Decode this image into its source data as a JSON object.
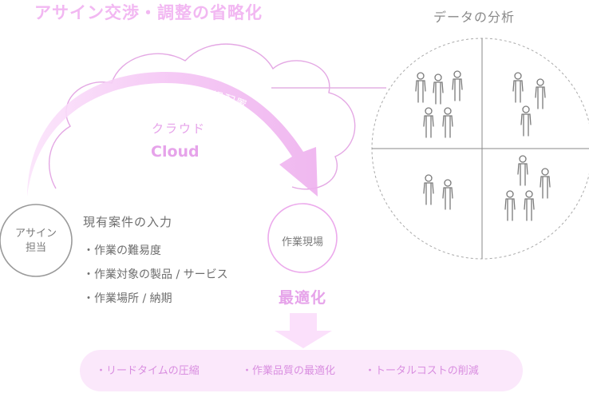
{
  "title": "アサイン交渉・調整の省略化",
  "data_analysis": {
    "title": "データの分析"
  },
  "cloud": {
    "arc_text": "作業員の 自動選定・現場配置",
    "label_ja": "クラウド",
    "label_en": "Cloud"
  },
  "assign": {
    "line1": "アサイン",
    "line2": "担当"
  },
  "case_info": {
    "title": "現有案件の入力",
    "items": [
      "・作業の難易度",
      "・作業対象の製品 / サービス",
      "・作業場所 / 納期"
    ]
  },
  "site": {
    "label": "作業現場"
  },
  "optimize_label": "最適化",
  "results": [
    "・リードタイムの圧縮",
    "・作業品質の最適化",
    "・トータルコストの削減"
  ],
  "colors": {
    "accent_pink": "#e6a3ea",
    "light_pink": "#fbe8fb",
    "title_pink": "#f2b8f2",
    "gray": "#8a8a8a"
  }
}
